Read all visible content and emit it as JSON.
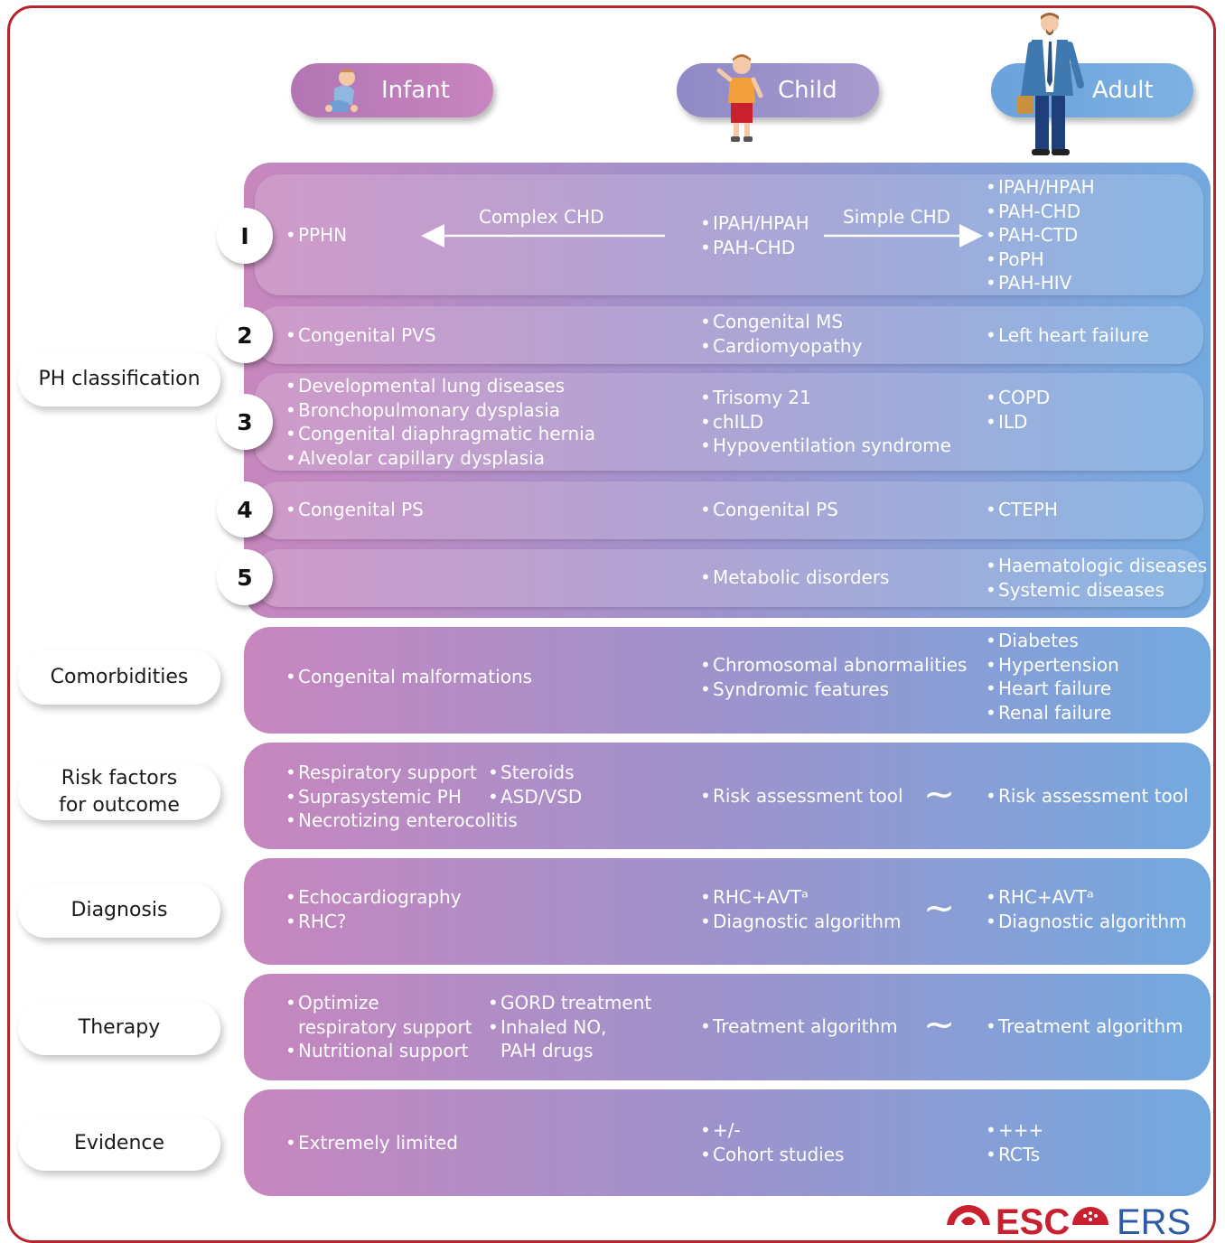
{
  "headers": {
    "infant": "Infant",
    "child": "Child",
    "adult": "Adult"
  },
  "labels": {
    "ph_classification": "PH classification",
    "comorbidities": "Comorbidities",
    "risk_line1": "Risk factors",
    "risk_line2": "for outcome",
    "diagnosis": "Diagnosis",
    "therapy": "Therapy",
    "evidence": "Evidence"
  },
  "group_numbers": [
    "I",
    "2",
    "3",
    "4",
    "5"
  ],
  "arrows": {
    "complex": "Complex CHD",
    "simple": "Simple CHD"
  },
  "approx_symbol": "~",
  "classification": {
    "g1": {
      "infant": [
        "PPHN"
      ],
      "child": [
        "IPAH/HPAH",
        "PAH-CHD"
      ],
      "adult": [
        "IPAH/HPAH",
        "PAH-CHD",
        "PAH-CTD",
        "PoPH",
        "PAH-HIV"
      ]
    },
    "g2": {
      "infant": [
        "Congenital PVS"
      ],
      "child": [
        "Congenital MS",
        "Cardiomyopathy"
      ],
      "adult": [
        "Left heart failure"
      ]
    },
    "g3": {
      "infant": [
        "Developmental lung diseases",
        "Bronchopulmonary dysplasia",
        "Congenital diaphragmatic hernia",
        "Alveolar capillary dysplasia"
      ],
      "child": [
        "Trisomy 21",
        "chILD",
        "Hypoventilation syndrome"
      ],
      "adult": [
        "COPD",
        "ILD"
      ]
    },
    "g4": {
      "infant": [
        "Congenital PS"
      ],
      "child": [
        "Congenital PS"
      ],
      "adult": [
        "CTEPH"
      ]
    },
    "g5": {
      "child": [
        "Metabolic disorders"
      ],
      "adult": [
        "Haematologic diseases",
        "Systemic diseases"
      ]
    }
  },
  "comorbidities": {
    "infant": [
      "Congenital malformations"
    ],
    "child": [
      "Chromosomal abnormalities",
      "Syndromic features"
    ],
    "adult": [
      "Diabetes",
      "Hypertension",
      "Heart failure",
      "Renal failure"
    ]
  },
  "risk": {
    "infant_a": [
      "Respiratory support",
      "Suprasystemic PH",
      "Necrotizing enterocolitis"
    ],
    "infant_b": [
      "Steroids",
      "ASD/VSD"
    ],
    "child": [
      "Risk assessment tool"
    ],
    "adult": [
      "Risk assessment tool"
    ]
  },
  "diagnosis": {
    "infant": [
      "Echocardiography",
      "RHC?"
    ],
    "child": [
      "RHC+AVTᵃ",
      "Diagnostic algorithm"
    ],
    "adult": [
      "RHC+AVTᵃ",
      "Diagnostic algorithm"
    ]
  },
  "therapy": {
    "infant_a": [
      {
        "bullet": true,
        "text": "Optimize"
      },
      {
        "bullet": false,
        "text": "respiratory support"
      },
      {
        "bullet": true,
        "text": "Nutritional support"
      }
    ],
    "infant_b": [
      {
        "bullet": true,
        "text": "GORD treatment"
      },
      {
        "bullet": true,
        "text": "Inhaled NO,"
      },
      {
        "bullet": false,
        "text": "PAH drugs"
      }
    ],
    "child": [
      "Treatment algorithm"
    ],
    "adult": [
      "Treatment algorithm"
    ]
  },
  "evidence": {
    "infant": [
      "Extremely limited"
    ],
    "child": [
      "+/-",
      "Cohort studies"
    ],
    "adult": [
      "+++",
      "RCTs"
    ]
  },
  "logos": {
    "esc": "ESC",
    "ers": "ERS"
  },
  "colors": {
    "border": "#b3262e",
    "infant": "#c786be",
    "child": "#9d93cc",
    "adult": "#73a9df",
    "logo_red": "#c8202e",
    "logo_blue": "#2f5aa8"
  }
}
